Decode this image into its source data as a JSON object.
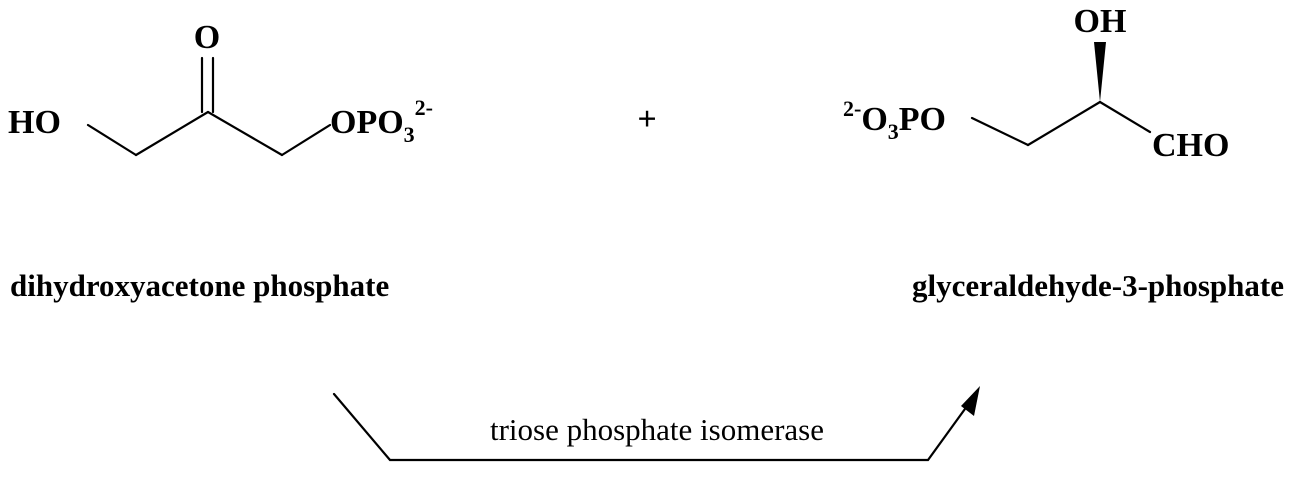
{
  "molecule_left": {
    "name": "dihydroxyacetone phosphate",
    "atoms": {
      "carbonyl_o": "O",
      "hydroxyl_ho": "HO",
      "phosphate_opo": "OPO",
      "phosphate_sub": "3",
      "phosphate_charge": "2-"
    }
  },
  "plus_sign": "+",
  "molecule_right": {
    "name": "glyceraldehyde-3-phosphate",
    "atoms": {
      "phosphate_charge": "2-",
      "phosphate_o": "O",
      "phosphate_sub": "3",
      "phosphate_po": "PO",
      "hydroxyl_oh": "OH",
      "aldehyde_cho": "CHO"
    }
  },
  "enzyme_label": "triose phosphate isomerase"
}
